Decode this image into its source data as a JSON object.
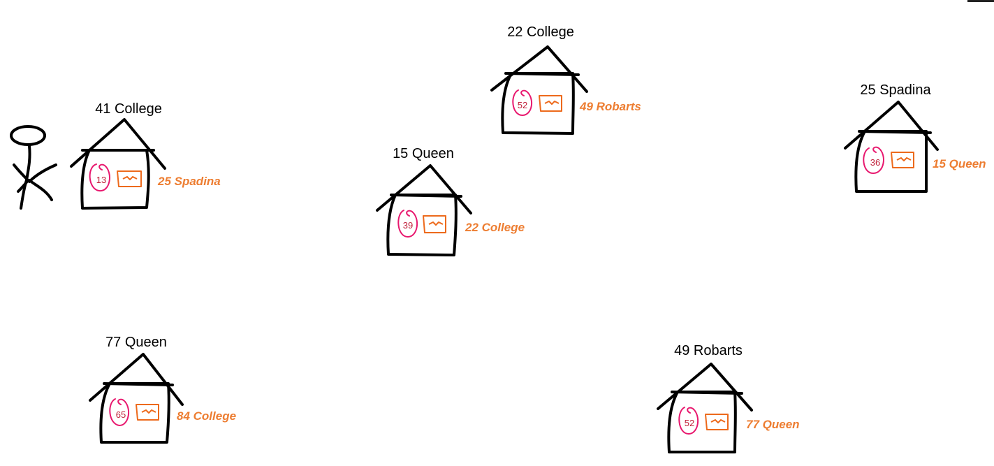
{
  "colors": {
    "ink": "#000000",
    "circle": "#e8186e",
    "number": "#c0203a",
    "note": "#ed6a1c",
    "next_label": "#ed7d31"
  },
  "figure": {
    "person_icon": "stick-figure-icon",
    "houses": [
      {
        "title": "41 College",
        "number": "13",
        "next": "25 Spadina"
      },
      {
        "title": "22 College",
        "number": "52",
        "next": "49 Robarts"
      },
      {
        "title": "15 Queen",
        "number": "39",
        "next": "22 College"
      },
      {
        "title": "25 Spadina",
        "number": "36",
        "next": "15 Queen"
      },
      {
        "title": "77 Queen",
        "number": "65",
        "next": "84 College"
      },
      {
        "title": "49 Robarts",
        "number": "52",
        "next": "77 Queen"
      }
    ]
  }
}
